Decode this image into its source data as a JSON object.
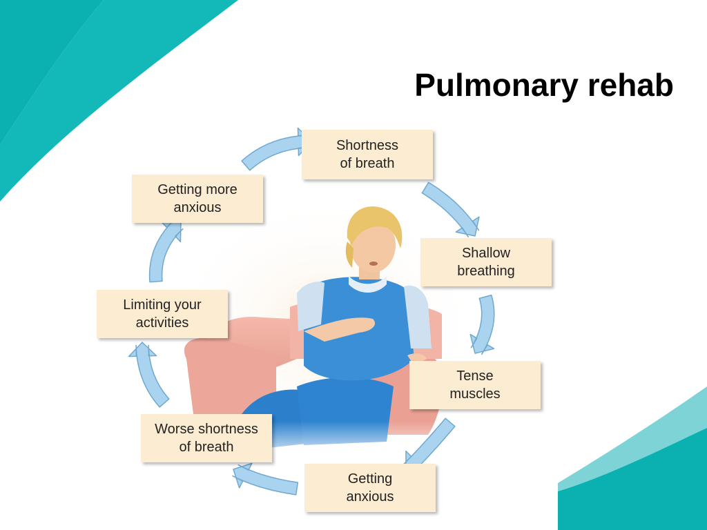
{
  "slide": {
    "title": "Pulmonary rehab"
  },
  "colors": {
    "teal_dark": "#0bb1b0",
    "teal_light": "#7dd3d6",
    "box_fill": "#fbecd2",
    "arrow_fill": "#a9d3ef",
    "arrow_stroke": "#6fa8cf"
  },
  "cycle": {
    "steps": [
      {
        "label": "Shortness\nof breath"
      },
      {
        "label": "Shallow\nbreathing"
      },
      {
        "label": "Tense\nmuscles"
      },
      {
        "label": "Getting\nanxious"
      },
      {
        "label": "Worse shortness\nof breath"
      },
      {
        "label": "Limiting your\nactivities"
      },
      {
        "label": "Getting more\nanxious"
      }
    ]
  }
}
